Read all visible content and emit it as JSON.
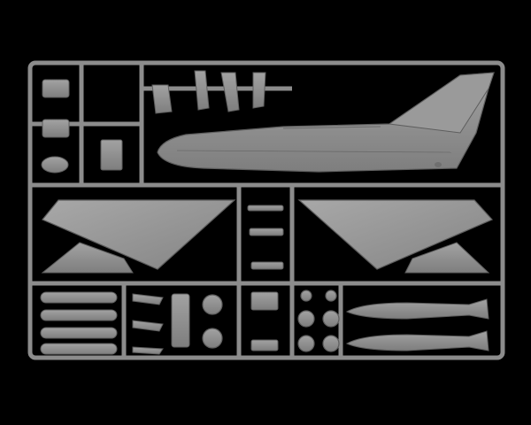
{
  "scene": {
    "subject": "plastic-model-sprue",
    "background": "#000000",
    "plastic_color": "#8e8e8e",
    "plastic_highlight": "#a4a4a4",
    "plastic_shadow": "#5a5a5a",
    "parts": [
      "fuselage-half",
      "left-wing-panel",
      "right-wing-panel",
      "left-tailplane",
      "right-tailplane",
      "external-fuel-tank",
      "bomb",
      "missile",
      "main-wheel",
      "nose-wheel",
      "landing-gear-strut",
      "ejection-seat-part",
      "cockpit-tub",
      "intake-ring"
    ]
  }
}
